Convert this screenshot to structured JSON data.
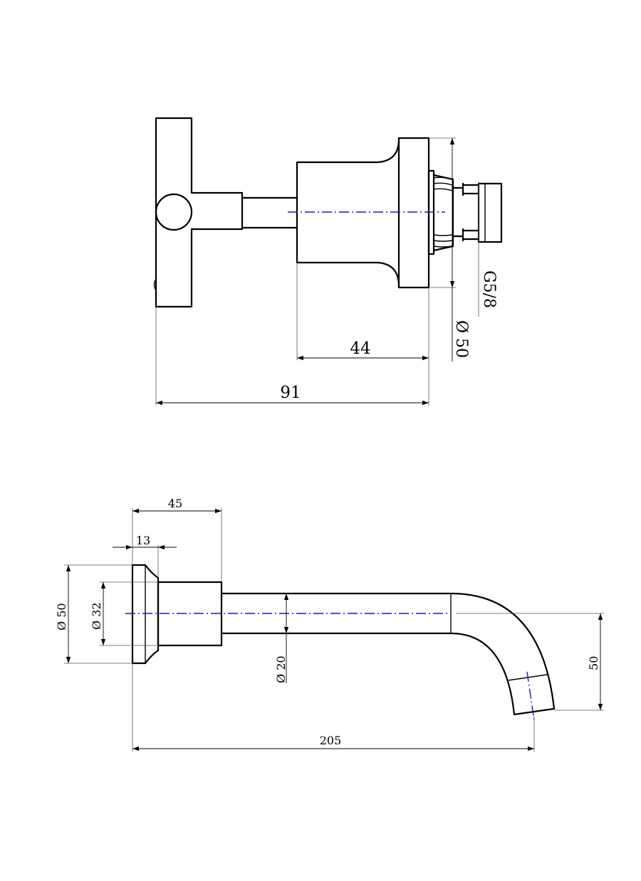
{
  "valve_view": {
    "dim_total_length": "91",
    "dim_body_length": "44",
    "dim_thread": "G5/8",
    "dim_flange_diameter": "Ø 50"
  },
  "spout_view": {
    "dim_overall_length": "205",
    "dim_flange_depth": "45",
    "dim_plate_thickness": "13",
    "dim_flange_diameter": "Ø 50",
    "dim_body_diameter": "Ø 32",
    "dim_pipe_diameter": "Ø 20",
    "dim_outlet_drop": "50"
  }
}
